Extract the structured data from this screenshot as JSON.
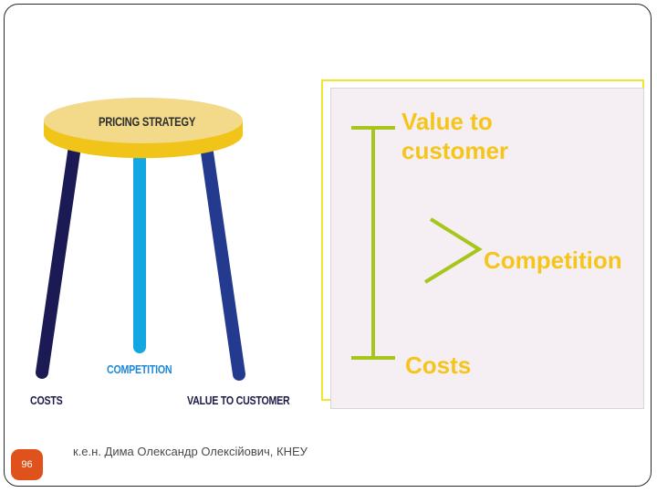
{
  "stool": {
    "seat_label": "PRICING STRATEGY",
    "legs": {
      "left": "COSTS",
      "middle": "COMPETITION",
      "right": "VALUE TO CUSTOMER"
    },
    "colors": {
      "seat_top": "#f3d98a",
      "seat_edge": "#f0c419",
      "leg_left": "#1c1a55",
      "leg_middle": "#12a7e3",
      "leg_right": "#233a8e"
    }
  },
  "diagram": {
    "top_label": "Value to customer",
    "middle_label": "Competition",
    "bottom_label": "Costs",
    "colors": {
      "text": "#f5c51b",
      "bracket": "#a7c61c",
      "frame": "#f0e72a"
    }
  },
  "footer": {
    "page_number": "96",
    "author": "к.е.н. Дима Олександр Олексійович, КНЕУ"
  }
}
